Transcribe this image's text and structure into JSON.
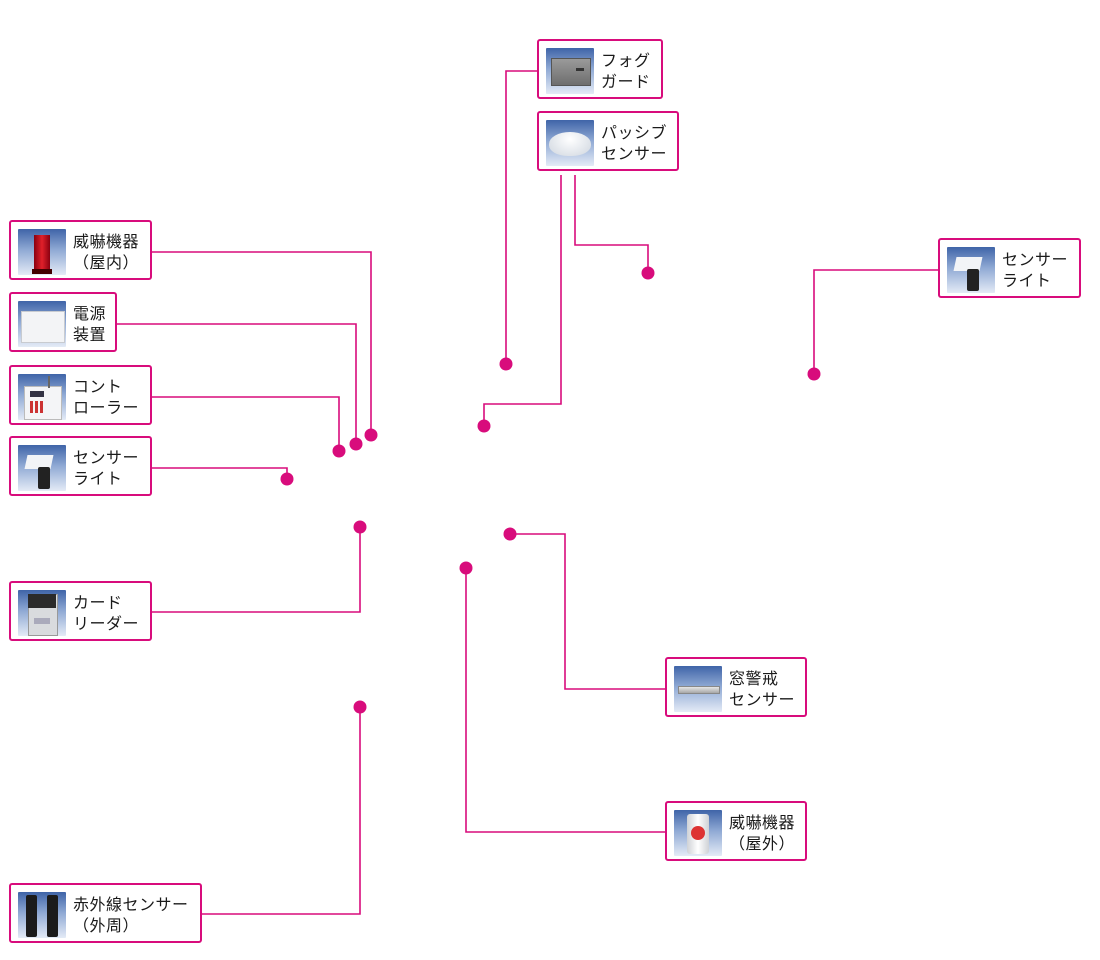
{
  "devices": [
    {
      "id": "fog-guard",
      "lines": [
        "フォグ",
        "ガード"
      ],
      "icon": "fog-guard-icon"
    },
    {
      "id": "passive-sensor",
      "lines": [
        "パッシブ",
        "センサー"
      ],
      "icon": "passive-sensor-icon"
    },
    {
      "id": "sensor-light-right",
      "lines": [
        "センサー",
        "ライト"
      ],
      "icon": "sensor-light-icon"
    },
    {
      "id": "alarm-indoor",
      "lines": [
        "威嚇機器",
        "（屋内）"
      ],
      "icon": "alarm-tower-icon"
    },
    {
      "id": "power-supply",
      "lines": [
        "電源",
        "装置"
      ],
      "icon": "power-supply-icon"
    },
    {
      "id": "controller",
      "lines": [
        "コント",
        "ローラー"
      ],
      "icon": "controller-icon"
    },
    {
      "id": "sensor-light-left",
      "lines": [
        "センサー",
        "ライト"
      ],
      "icon": "sensor-light-icon"
    },
    {
      "id": "card-reader",
      "lines": [
        "カード",
        "リーダー"
      ],
      "icon": "card-reader-icon"
    },
    {
      "id": "window-sensor",
      "lines": [
        "窓警戒",
        "センサー"
      ],
      "icon": "window-sensor-icon"
    },
    {
      "id": "alarm-outdoor",
      "lines": [
        "威嚇機器",
        "（屋外）"
      ],
      "icon": "outdoor-siren-icon"
    },
    {
      "id": "infrared-sensor",
      "lines": [
        "赤外線センサー",
        "（外周）"
      ],
      "icon": "infrared-beam-icon"
    }
  ],
  "colors": {
    "accent": "#d80c7c",
    "text": "#1a1a1a",
    "thumb_top": "#3f64a8",
    "thumb_bottom": "#e4ebf6"
  }
}
